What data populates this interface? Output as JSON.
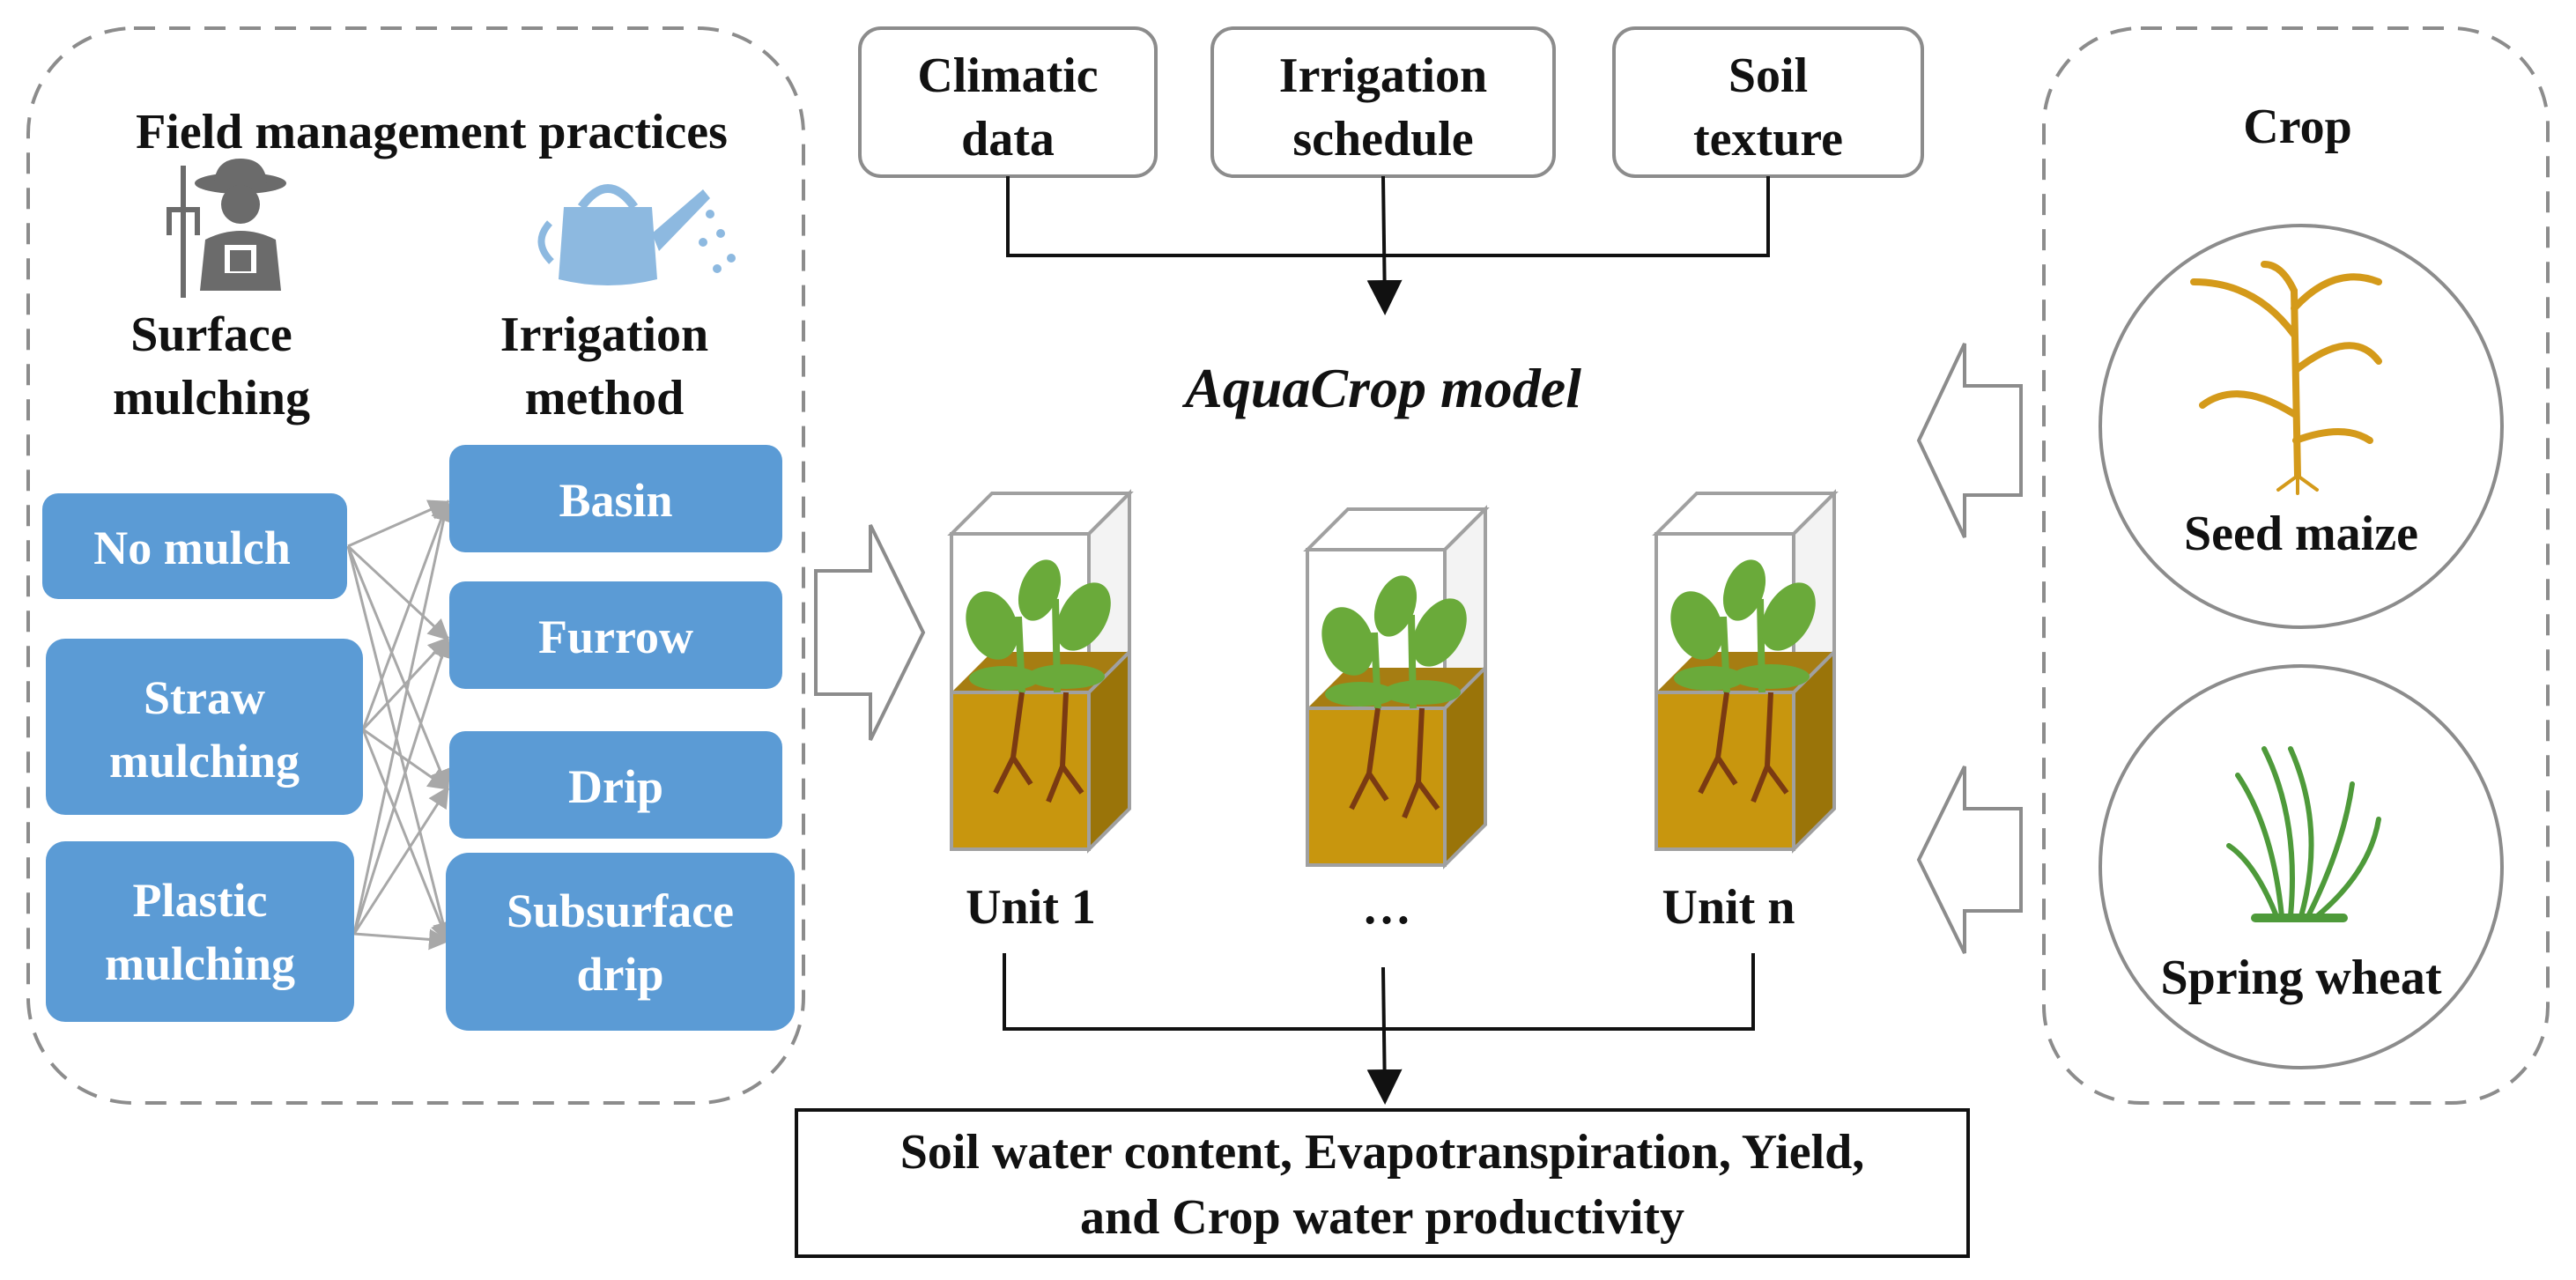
{
  "colors": {
    "practice_box": "#5b9bd5",
    "soil": "#c8960e",
    "soil_side": "#9a7409",
    "plant": "#6aaa3a",
    "root": "#7a3a12",
    "maize": "#d49a1a",
    "wheat": "#4e9a3a",
    "icon_gray": "#6b6b6b",
    "icon_blue": "#8db9e0"
  },
  "left_panel": {
    "title": "Field management practices",
    "surface_header": [
      "Surface",
      "mulching"
    ],
    "irrigation_header": [
      "Irrigation",
      "method"
    ],
    "mulch_options": [
      [
        "No mulch"
      ],
      [
        "Straw",
        "mulching"
      ],
      [
        "Plastic",
        "mulching"
      ]
    ],
    "irrigation_options": [
      [
        "Basin"
      ],
      [
        "Furrow"
      ],
      [
        "Drip"
      ],
      [
        "Subsurface",
        "drip"
      ]
    ],
    "icons": [
      "farmer-icon",
      "watering-can-icon"
    ]
  },
  "inputs": [
    [
      "Climatic",
      "data"
    ],
    [
      "Irrigation",
      "schedule"
    ],
    [
      "Soil",
      "texture"
    ]
  ],
  "model_title": "AquaCrop model",
  "units": [
    "Unit 1",
    "…",
    "Unit n"
  ],
  "output": [
    "Soil water content, Evapotranspiration, Yield,",
    "and Crop water productivity"
  ],
  "crop_panel": {
    "title": "Crop",
    "crops": [
      "Seed maize",
      "Spring wheat"
    ],
    "icons": [
      "maize-plant-icon",
      "wheat-plant-icon"
    ]
  }
}
